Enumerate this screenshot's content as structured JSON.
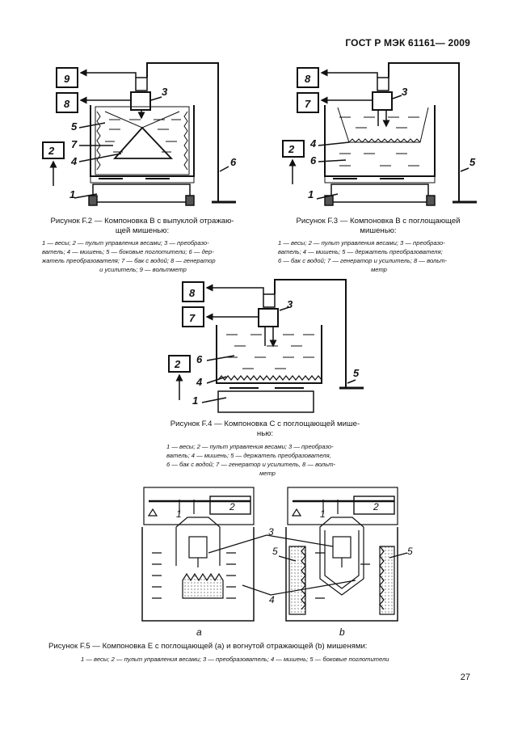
{
  "header": {
    "standard": "ГОСТ Р МЭК 61161— 2009"
  },
  "figures": {
    "f2": {
      "caption_line1": "Рисунок F.2 — Компоновка В с выпуклой отражаю-",
      "caption_line2": "щей мишенью:",
      "legend_lines": [
        "1 — весы; 2 — пульт управления весами; 3 — преобразо-",
        "ватель; 4 — мишень; 5 — боковые поглотители; 6 — дер-",
        "жатель преобразователя; 7 — бак с водой; 8 — генератор",
        "и усилитель; 9 — вольтметр"
      ],
      "labels": {
        "n9": "9",
        "n8": "8",
        "n3": "3",
        "n5": "5",
        "n7": "7",
        "n4": "4",
        "n2": "2",
        "n6": "6",
        "n1": "1"
      }
    },
    "f3": {
      "caption_line1": "Рисунок F.3 — Компоновка В с поглощающей",
      "caption_line2": "мишенью:",
      "legend_lines": [
        "1 — весы; 2 — пульт управления весами; 3 — преобразо-",
        "ватель; 4 — мишень; 5 — держатель преобразователя;",
        "6 — бак с водой; 7 — генератор и усилитель; 8 — вольт-",
        "метр"
      ],
      "labels": {
        "n8": "8",
        "n7": "7",
        "n3": "3",
        "n4": "4",
        "n2": "2",
        "n6": "6",
        "n5": "5",
        "n1": "1"
      }
    },
    "f4": {
      "caption_line1": "Рисунок F.4 — Компоновка С с поглощающей мише-",
      "caption_line2": "нью:",
      "legend_lines": [
        "1 — весы; 2 — пульт управления весами; 3 — преобразо-",
        "ватель; 4 — мишень; 5 — держатель преобразователя,",
        "6 — бак с водой; 7 — генератор и усилитель, 8 — вольт-",
        "метр"
      ],
      "labels": {
        "n8": "8",
        "n7": "7",
        "n3": "3",
        "n6": "6",
        "n2": "2",
        "n4": "4",
        "n5": "5",
        "n1": "1"
      }
    },
    "f5": {
      "caption": "Рисунок F.5 — Компоновка Е с поглощающей (a) и вогнутой отражающей (b) мишенями:",
      "legend": "1 — весы; 2 — пульт управления весами; 3 — преобразователь; 4 — мишень; 5 — боковые поглотители",
      "labels": {
        "n1a": "1",
        "n2a": "2",
        "n1b": "1",
        "n2b": "2",
        "n3": "3",
        "n5a": "5",
        "n5b": "5",
        "n4": "4",
        "sub_a": "a",
        "sub_b": "b"
      }
    }
  },
  "page_number": "27"
}
